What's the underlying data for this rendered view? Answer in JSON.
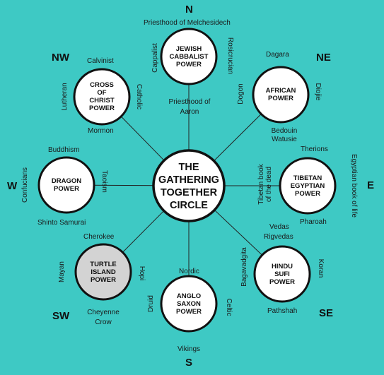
{
  "diagram": {
    "colors": {
      "background": "#3ec9c4",
      "circle_fill": "#ffffff",
      "highlight_fill": "#d3d3d3",
      "stroke": "#111111"
    },
    "center": {
      "title": "THE\nGATHERING\nTOGETHER\nCIRCLE"
    },
    "directions": {
      "n": "N",
      "ne": "NE",
      "e": "E",
      "se": "SE",
      "s": "S",
      "sw": "SW",
      "w": "W",
      "nw": "NW"
    },
    "nodes": {
      "jewish": {
        "title": "JEWISH\nCABBALIST\nPOWER",
        "labels": [
          "Priesthood of Melchesidech",
          "Cappalist",
          "Rosicrucian",
          "Priesthood of\nAaron"
        ]
      },
      "african": {
        "title": "AFRICAN\nPOWER",
        "labels": [
          "Dagara",
          "Dogon",
          "Diojie",
          "Bedouin\nWatusie"
        ]
      },
      "tibetan": {
        "title": "TIBETAN\nEGYPTIAN\nPOWER",
        "labels": [
          "Therions",
          "Tibetan book\nof the dead",
          "Egyptian book of life",
          "Pharoah"
        ]
      },
      "hindu": {
        "title": "HINDU\nSUFI\nPOWER",
        "labels": [
          "Vedas",
          "Rigvedas",
          "Bagavadgita",
          "Koran",
          "Pathshah"
        ]
      },
      "anglo": {
        "title": "ANGLO\nSAXON\nPOWER",
        "labels": [
          "Nordic",
          "Druid",
          "Celtic",
          "Vikings"
        ]
      },
      "turtle": {
        "title": "TURTLE\nISLAND\nPOWER",
        "labels": [
          "Cherokee",
          "Mayan",
          "Hopi",
          "Cheyenne\nCrow"
        ]
      },
      "dragon": {
        "title": "DRAGON\nPOWER",
        "labels": [
          "Buddhism",
          "Confucians",
          "Taoism",
          "Shinto Samurai"
        ]
      },
      "cross": {
        "title": "CROSS\nOF\nCHRIST\nPOWER",
        "labels": [
          "Calvinist",
          "Lutheran",
          "Catholic",
          "Mormon"
        ]
      }
    }
  }
}
